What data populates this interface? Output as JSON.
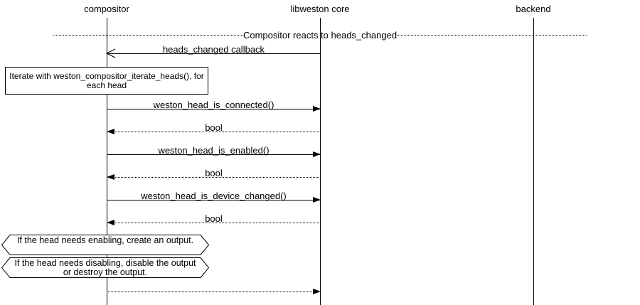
{
  "diagram": {
    "type": "sequence-diagram",
    "colors": {
      "ink": "#000000",
      "background": "#ffffff"
    },
    "participants": [
      {
        "name": "compositor"
      },
      {
        "name": "libweston core"
      },
      {
        "name": "backend"
      }
    ],
    "divider_label": "Compositor reacts to heads_changed",
    "note_text": "Iterate with weston_compositor_iterate_heads(), for each head",
    "messages": [
      {
        "label": "heads_changed callback",
        "from": "libweston core",
        "to": "compositor",
        "line": "solid",
        "head": "open"
      },
      {
        "label": "weston_head_is_connected()",
        "from": "compositor",
        "to": "libweston core",
        "line": "solid",
        "head": "filled"
      },
      {
        "label": "bool",
        "from": "libweston core",
        "to": "compositor",
        "line": "dotted",
        "head": "filled"
      },
      {
        "label": "weston_head_is_enabled()",
        "from": "compositor",
        "to": "libweston core",
        "line": "solid",
        "head": "filled"
      },
      {
        "label": "bool",
        "from": "libweston core",
        "to": "compositor",
        "line": "dotted",
        "head": "filled"
      },
      {
        "label": "weston_head_is_device_changed()",
        "from": "compositor",
        "to": "libweston core",
        "line": "solid",
        "head": "filled"
      },
      {
        "label": "bool",
        "from": "libweston core",
        "to": "compositor",
        "line": "dotted",
        "head": "filled"
      },
      {
        "label": "",
        "from": "compositor",
        "to": "libweston core",
        "line": "dotted",
        "head": "filled"
      }
    ],
    "conditions": [
      {
        "text": "If the head needs enabling, create an output."
      },
      {
        "text": "If the head needs disabling, disable the output or destroy the output."
      }
    ]
  }
}
